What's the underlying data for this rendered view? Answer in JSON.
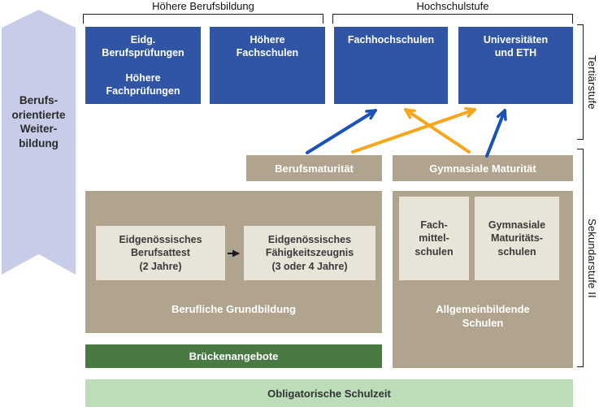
{
  "colors": {
    "box_blue": "#2f55a4",
    "ribbon_blue": "#c7cde9",
    "tan": "#b1a48f",
    "inner_beige": "#e9e4d8",
    "dark_green": "#4a7a44",
    "light_green": "#bcdcba",
    "arrow_blue": "#1a53b5",
    "arrow_orange": "#f6a61d",
    "connector_black": "#1a1a1a"
  },
  "brackets": {
    "hoehere_berufsbildung": "Höhere Berufsbildung",
    "hochschulstufe": "Hochschulstufe",
    "tertiaerstufe": "Tertiärstufe",
    "sekundarstufe": "Sekundarstufe II"
  },
  "ribbon": {
    "label": "Berufs-\norientierte\nWeiter-\nbildung"
  },
  "tertiary": {
    "boxes": [
      {
        "label": "Eidg.\nBerufsprüfungen\n\nHöhere\nFachprüfungen"
      },
      {
        "label": "Höhere\nFachschulen"
      },
      {
        "label": "Fachhochschulen"
      },
      {
        "label": "Universitäten\nund ETH"
      }
    ]
  },
  "maturity": {
    "berufsmaturitaet": "Berufsmaturität",
    "gymnasiale_maturitaet": "Gymnasiale Maturität"
  },
  "secondary": {
    "vocational": {
      "attest": "Eidgenössisches\nBerufsattest\n(2 Jahre)",
      "faehigkeitszeugnis": "Eidgenössisches\nFähigkeitszeugnis\n(3 oder 4 Jahre)",
      "label": "Berufliche Grundbildung"
    },
    "general": {
      "fachmittelschulen": "Fach-\nmittel-\nschulen",
      "gymnasien": "Gymnasiale\nMaturitäts-\nschulen",
      "label": "Allgemeinbildende\nSchulen"
    },
    "bridge": "Brückenangebote"
  },
  "obligatory": "Obligatorische Schulzeit",
  "arrows": [
    {
      "from": "Berufsmaturität",
      "to": "Fachhochschulen",
      "color": "#1a53b5"
    },
    {
      "from": "Berufsmaturität",
      "to": "Universitäten und ETH",
      "color": "#f6a61d"
    },
    {
      "from": "Gymnasiale Maturität",
      "to": "Fachhochschulen",
      "color": "#f6a61d"
    },
    {
      "from": "Gymnasiale Maturität",
      "to": "Universitäten und ETH",
      "color": "#1a53b5"
    },
    {
      "from": "Eidgenössisches Berufsattest",
      "to": "Eidgenössisches Fähigkeitszeugnis",
      "color": "#1a1a1a"
    }
  ]
}
